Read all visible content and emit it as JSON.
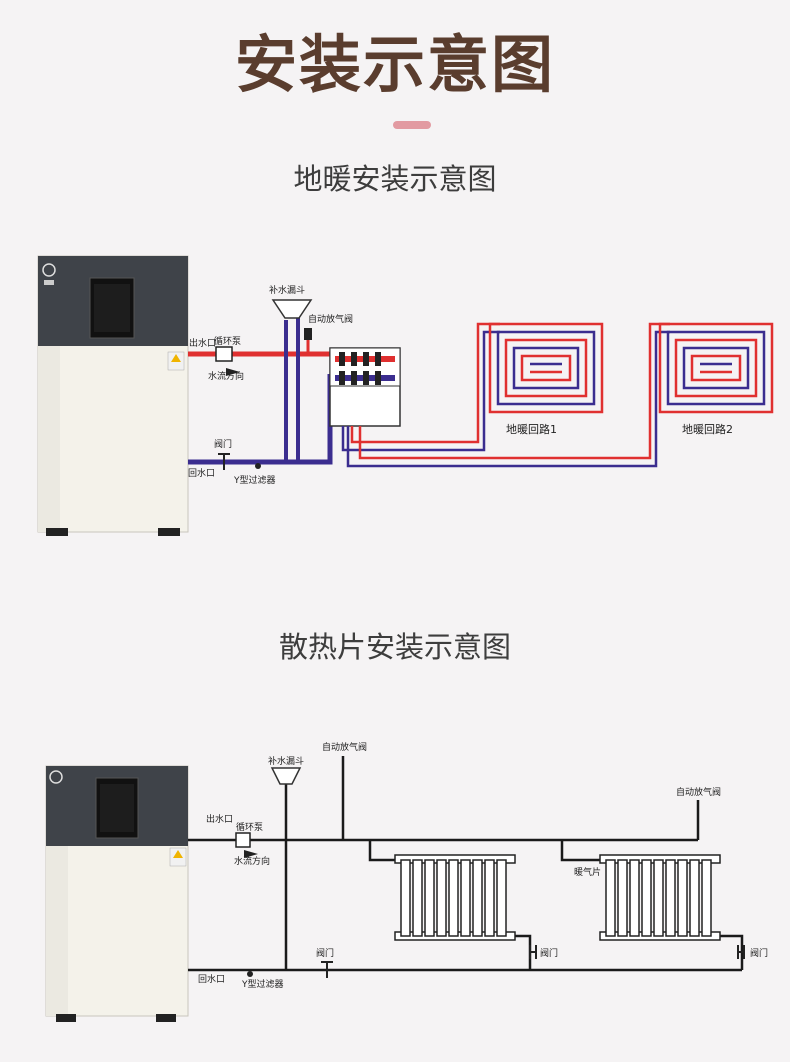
{
  "page": {
    "title": "安装示意图",
    "accent_color": "#e29aa1",
    "title_color": "#5a3d2e"
  },
  "floor_heating": {
    "title": "地暖安装示意图",
    "labels": {
      "refill_funnel": "补水漏斗",
      "auto_vent_valve": "自动放气阀",
      "water_outlet": "出水口",
      "circulation_pump": "循环泵",
      "flow_direction": "水流方向",
      "valve": "阀门",
      "water_return": "回水口",
      "y_filter": "Y型过滤器",
      "loop_1": "地暖回路1",
      "loop_2": "地暖回路2"
    },
    "colors": {
      "supply": "#e03030",
      "return": "#3b2d8f"
    }
  },
  "radiator": {
    "title": "散热片安装示意图",
    "labels": {
      "auto_vent_valve_top": "自动放气阀",
      "refill_funnel": "补水漏斗",
      "auto_vent_valve_right": "自动放气阀",
      "water_outlet": "出水口",
      "circulation_pump": "循环泵",
      "flow_direction": "水流方向",
      "radiator": "暖气片",
      "valve_left": "阀门",
      "valve_1": "阀门",
      "valve_2": "阀门",
      "water_return": "回水口",
      "y_filter": "Y型过滤器"
    },
    "colors": {
      "pipe": "#1a1a1a"
    }
  }
}
